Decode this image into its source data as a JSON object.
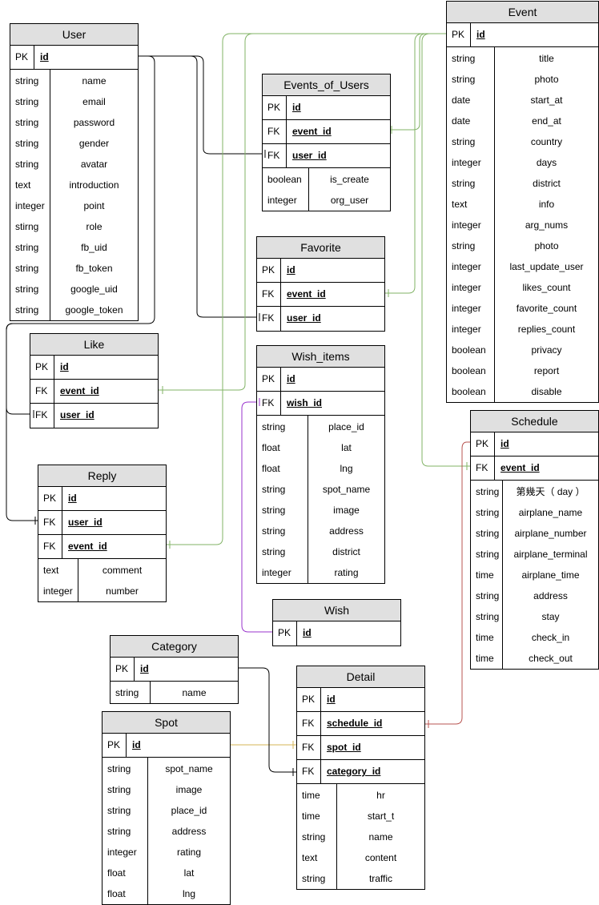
{
  "entities": {
    "user": {
      "title": "User",
      "pk": "id",
      "attrs": [
        [
          "string",
          "name"
        ],
        [
          "string",
          "email"
        ],
        [
          "string",
          "password"
        ],
        [
          "string",
          "gender"
        ],
        [
          "string",
          "avatar"
        ],
        [
          "text",
          "introduction"
        ],
        [
          "integer",
          "point"
        ],
        [
          "stirng",
          "role"
        ],
        [
          "string",
          "fb_uid"
        ],
        [
          "string",
          "fb_token"
        ],
        [
          "string",
          "google_uid"
        ],
        [
          "string",
          "google_token"
        ]
      ]
    },
    "event": {
      "title": "Event",
      "pk": "id",
      "attrs": [
        [
          "string",
          "title"
        ],
        [
          "string",
          "photo"
        ],
        [
          "date",
          "start_at"
        ],
        [
          "date",
          "end_at"
        ],
        [
          "string",
          "country"
        ],
        [
          "integer",
          "days"
        ],
        [
          "string",
          "district"
        ],
        [
          "text",
          "info"
        ],
        [
          "integer",
          "arg_nums"
        ],
        [
          "string",
          "photo"
        ],
        [
          "integer",
          "last_update_user"
        ],
        [
          "integer",
          "likes_count"
        ],
        [
          "integer",
          "favorite_count"
        ],
        [
          "integer",
          "replies_count"
        ],
        [
          "boolean",
          "privacy"
        ],
        [
          "boolean",
          "report"
        ],
        [
          "boolean",
          "disable"
        ]
      ]
    },
    "events_of_users": {
      "title": "Events_of_Users",
      "pk": "id",
      "fks": [
        "event_id",
        "user_id"
      ],
      "attrs": [
        [
          "boolean",
          "is_create"
        ],
        [
          "integer",
          "org_user"
        ]
      ]
    },
    "favorite": {
      "title": "Favorite",
      "pk": "id",
      "fks": [
        "event_id",
        "user_id"
      ],
      "attrs": []
    },
    "like": {
      "title": "Like",
      "pk": "id",
      "fks": [
        "event_id",
        "user_id"
      ],
      "attrs": []
    },
    "wish_items": {
      "title": "Wish_items",
      "pk": "id",
      "fks": [
        "wish_id"
      ],
      "attrs": [
        [
          "string",
          "place_id"
        ],
        [
          "float",
          "lat"
        ],
        [
          "float",
          "lng"
        ],
        [
          "string",
          "spot_name"
        ],
        [
          "string",
          "image"
        ],
        [
          "string",
          "address"
        ],
        [
          "string",
          "district"
        ],
        [
          "integer",
          "rating"
        ]
      ]
    },
    "reply": {
      "title": "Reply",
      "pk": "id",
      "fks": [
        "user_id",
        "event_id"
      ],
      "attrs": [
        [
          "text",
          "comment"
        ],
        [
          "integer",
          "number"
        ]
      ]
    },
    "schedule": {
      "title": "Schedule",
      "pk": "id",
      "fks": [
        "event_id"
      ],
      "attrs": [
        [
          "string",
          "第幾天（ day ）"
        ],
        [
          "string",
          "airplane_name"
        ],
        [
          "string",
          "airplane_number"
        ],
        [
          "string",
          "airplane_terminal"
        ],
        [
          "time",
          "airplane_time"
        ],
        [
          "string",
          "address"
        ],
        [
          "string",
          "stay"
        ],
        [
          "time",
          "check_in"
        ],
        [
          "time",
          "check_out"
        ]
      ]
    },
    "wish": {
      "title": "Wish",
      "pk": "id",
      "attrs": []
    },
    "category": {
      "title": "Category",
      "pk": "id",
      "attrs": [
        [
          "string",
          "name"
        ]
      ]
    },
    "detail": {
      "title": "Detail",
      "pk": "id",
      "fks": [
        "schedule_id",
        "spot_id",
        "category_id"
      ],
      "attrs": [
        [
          "time",
          "hr"
        ],
        [
          "time",
          "start_t"
        ],
        [
          "string",
          "name"
        ],
        [
          "text",
          "content"
        ],
        [
          "string",
          "traffic"
        ]
      ]
    },
    "spot": {
      "title": "Spot",
      "pk": "id",
      "attrs": [
        [
          "string",
          "spot_name"
        ],
        [
          "string",
          "image"
        ],
        [
          "string",
          "place_id"
        ],
        [
          "string",
          "address"
        ],
        [
          "integer",
          "rating"
        ],
        [
          "float",
          "lat"
        ],
        [
          "float",
          "lng"
        ]
      ]
    }
  },
  "labels": {
    "pk": "PK",
    "fk": "FK"
  },
  "colors": {
    "user_link": "#000000",
    "event_link": "#82b366",
    "wish_link": "#9933cc",
    "schedule_link": "#b85450",
    "spot_link": "#d6b656",
    "category_link": "#000000",
    "header_fill": "#e0e0e0"
  }
}
